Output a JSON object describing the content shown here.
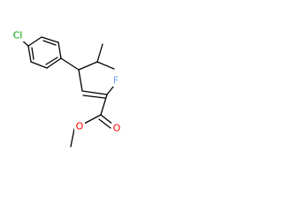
{
  "molecule": {
    "atoms": [
      {
        "id": "cl",
        "symbol": "Cl",
        "color": "#00a000"
      },
      {
        "id": "f",
        "symbol": "F",
        "color": "#70a0ff"
      },
      {
        "id": "o_carbonyl",
        "symbol": "O",
        "color": "#ff0000"
      },
      {
        "id": "o_ester",
        "symbol": "O",
        "color": "#ff0000"
      }
    ],
    "bond_color": "#000000"
  }
}
